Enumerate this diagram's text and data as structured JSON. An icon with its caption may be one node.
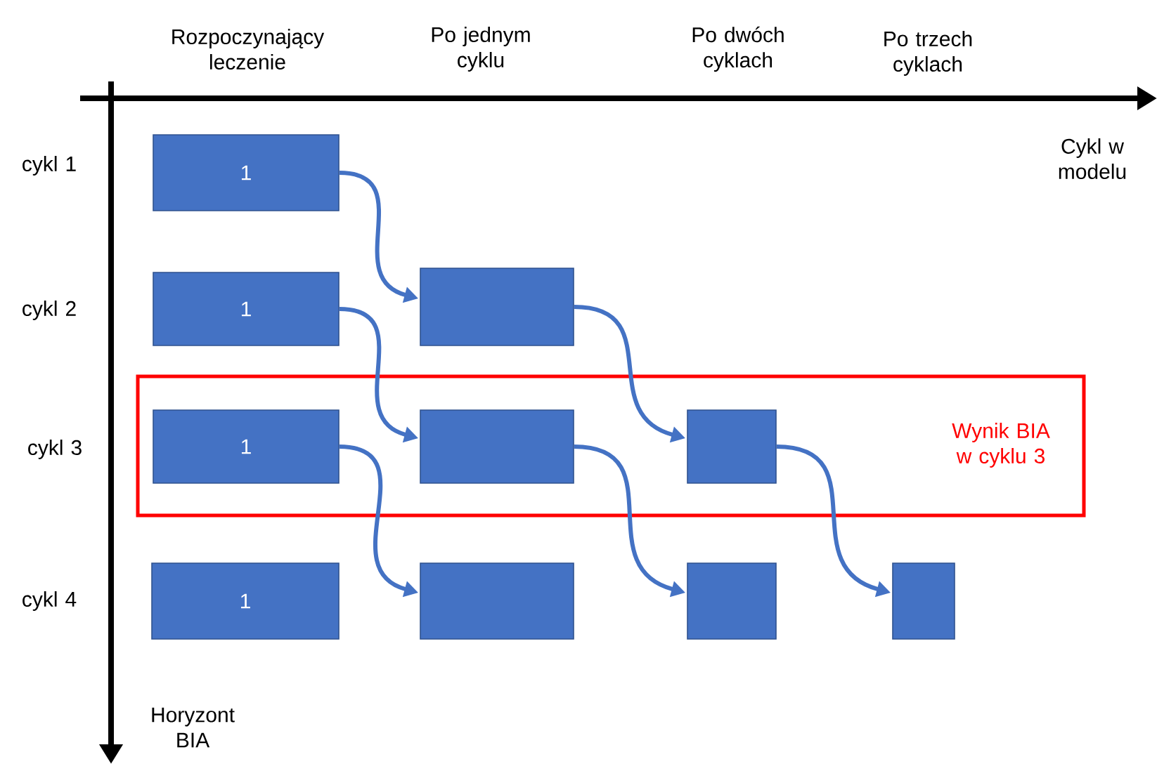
{
  "diagram": {
    "nodes": [
      {
        "text": [
          "1"
        ]
      },
      {
        "text": [
          "1"
        ]
      },
      {
        "text": [],
        "shape": "box"
      },
      {
        "text": [
          "Wynik BIA w cyklu 3"
        ]
      },
      {
        "text": [
          "1"
        ],
        "in": 3
      },
      {
        "text": [],
        "shape": "box",
        "in": 3
      },
      {
        "text": [],
        "shape": "box",
        "in": 3
      },
      {
        "text": [
          "1"
        ]
      },
      {
        "text": [],
        "shape": "box"
      },
      {
        "text": [],
        "shape": "box"
      },
      {
        "text": [],
        "shape": "box"
      }
    ],
    "edges": [
      {
        "from": 0,
        "to": 2,
        "arrow": "to"
      },
      {
        "from": 1,
        "to": 5,
        "arrow": "to"
      },
      {
        "from": 2,
        "to": 6,
        "arrow": "to"
      },
      {
        "from": 4,
        "to": 8,
        "arrow": "to"
      },
      {
        "from": 5,
        "to": 9,
        "arrow": "to"
      },
      {
        "from": 6,
        "to": 10,
        "arrow": "to"
      }
    ],
    "labels": [
      "Rozpoczynający leczenie",
      "Po jednym cyklu",
      "Po dwóch cyklach",
      "Po trzech cyklach",
      "Cykl w modelu",
      "cykl 1",
      "cykl 2",
      "cykl 3",
      "cykl 4",
      "Horyzont BIA"
    ]
  }
}
